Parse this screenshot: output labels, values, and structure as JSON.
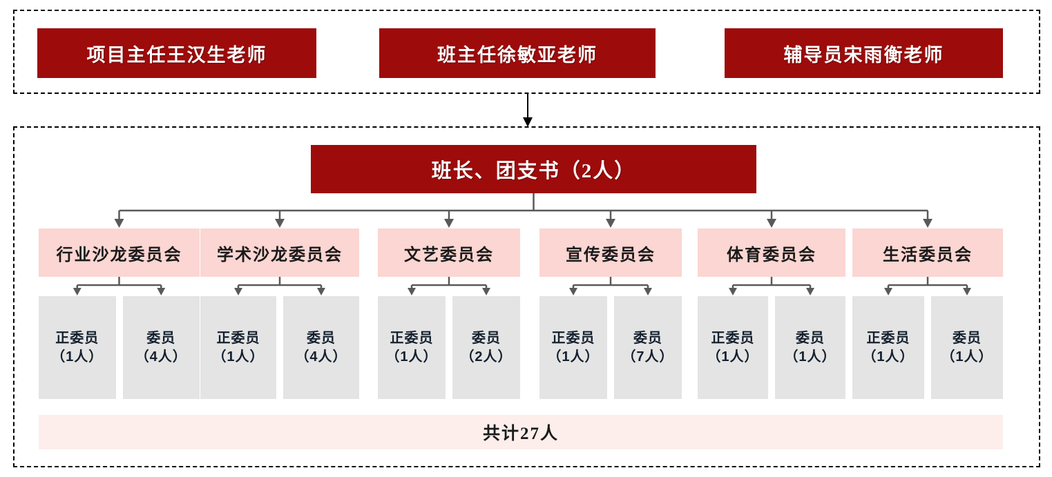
{
  "colors": {
    "red_box": "#9E0B0B",
    "pink_box": "#FBD6D2",
    "gray_box": "#E4E4E4",
    "total_bar": "#FDEEEC",
    "connector": "#595959",
    "dashed_border": "#000000",
    "red_box_text": "#FFFFFF"
  },
  "teachers_section": {
    "boxes": [
      {
        "label": "项目主任王汉生老师"
      },
      {
        "label": "班主任徐敏亚老师"
      },
      {
        "label": "辅导员宋雨衡老师"
      }
    ]
  },
  "students_section": {
    "leader": {
      "label": "班长、团支书（2人）",
      "count": 2
    },
    "committees": [
      {
        "label": "行业沙龙委员会",
        "members": [
          {
            "role": "正委员",
            "count": "（1人）"
          },
          {
            "role": "委员",
            "count": "（4人）"
          }
        ]
      },
      {
        "label": "学术沙龙委员会",
        "members": [
          {
            "role": "正委员",
            "count": "（1人）"
          },
          {
            "role": "委员",
            "count": "（4人）"
          }
        ]
      },
      {
        "label": "文艺委员会",
        "members": [
          {
            "role": "正委员",
            "count": "（1人）"
          },
          {
            "role": "委员",
            "count": "（2人）"
          }
        ]
      },
      {
        "label": "宣传委员会",
        "members": [
          {
            "role": "正委员",
            "count": "（1人）"
          },
          {
            "role": "委员",
            "count": "（7人）"
          }
        ]
      },
      {
        "label": "体育委员会",
        "members": [
          {
            "role": "正委员",
            "count": "（1人）"
          },
          {
            "role": "委员",
            "count": "（1人）"
          }
        ]
      },
      {
        "label": "生活委员会",
        "members": [
          {
            "role": "正委员",
            "count": "（1人）"
          },
          {
            "role": "委员",
            "count": "（1人）"
          }
        ]
      }
    ],
    "total": {
      "label": "共计27人",
      "value": 27
    }
  },
  "layout": {
    "committee_x": [
      56,
      290,
      547,
      781,
      1010,
      1234
    ],
    "committee_w": [
      233,
      230,
      206,
      206,
      214,
      218
    ],
    "member_pair_gap": 10
  }
}
